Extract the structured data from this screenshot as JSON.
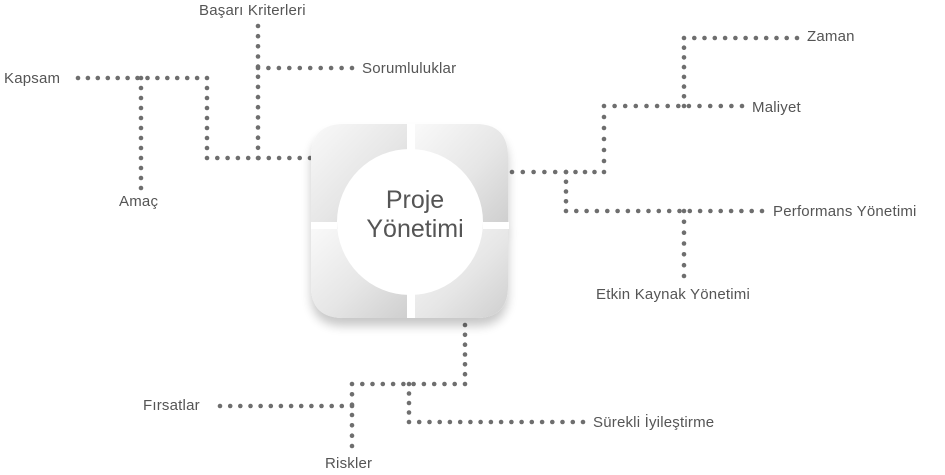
{
  "center": {
    "line1": "Proje",
    "line2": "Yönetimi"
  },
  "labels": {
    "kapsam": "Kapsam",
    "basari": "Başarı Kriterleri",
    "sorumluluklar": "Sorumluluklar",
    "amac": "Amaç",
    "zaman": "Zaman",
    "maliyet": "Maliyet",
    "performans": "Performans Yönetimi",
    "etkin": "Etkin Kaynak Yönetimi",
    "firsatlar": "Fırsatlar",
    "riskler": "Riskler",
    "surekli": "Sürekli İyileştirme"
  },
  "colors": {
    "dots": "#6e6e6e",
    "text": "#555555",
    "tile_light": "#ffffff",
    "tile_dark": "#d4d4d4"
  }
}
